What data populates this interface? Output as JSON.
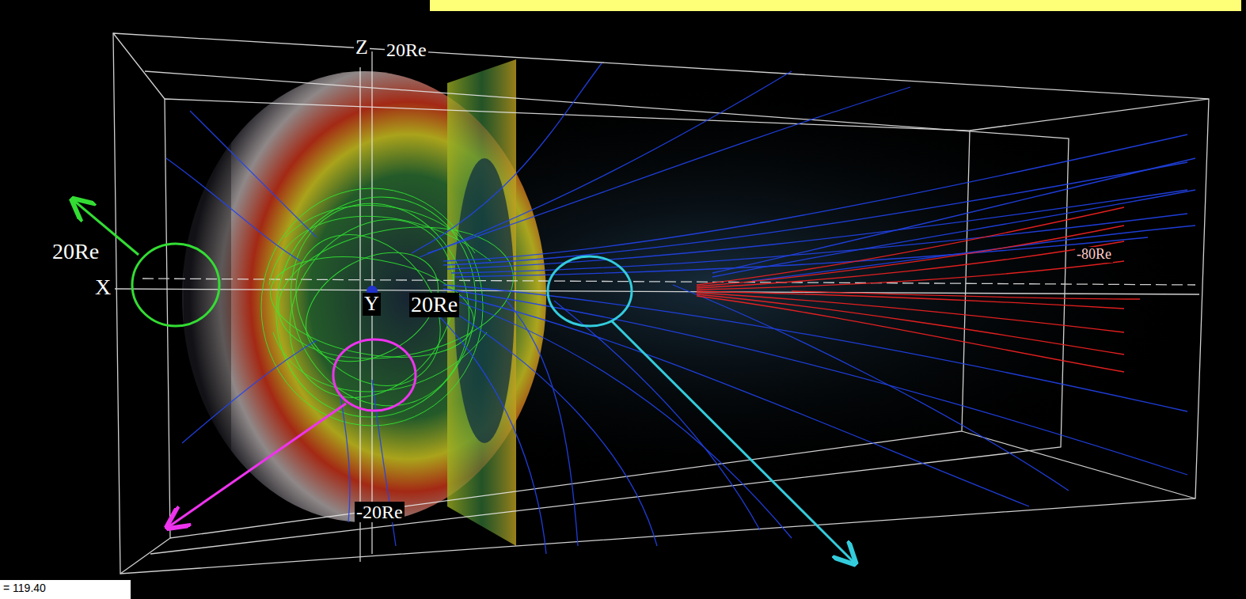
{
  "diagram": {
    "labels": [
      "Z",
      "20Re",
      "20Re",
      "X",
      "Y",
      "20Re",
      "-80Re",
      "-20Re",
      "= 119.40"
    ]
  }
}
